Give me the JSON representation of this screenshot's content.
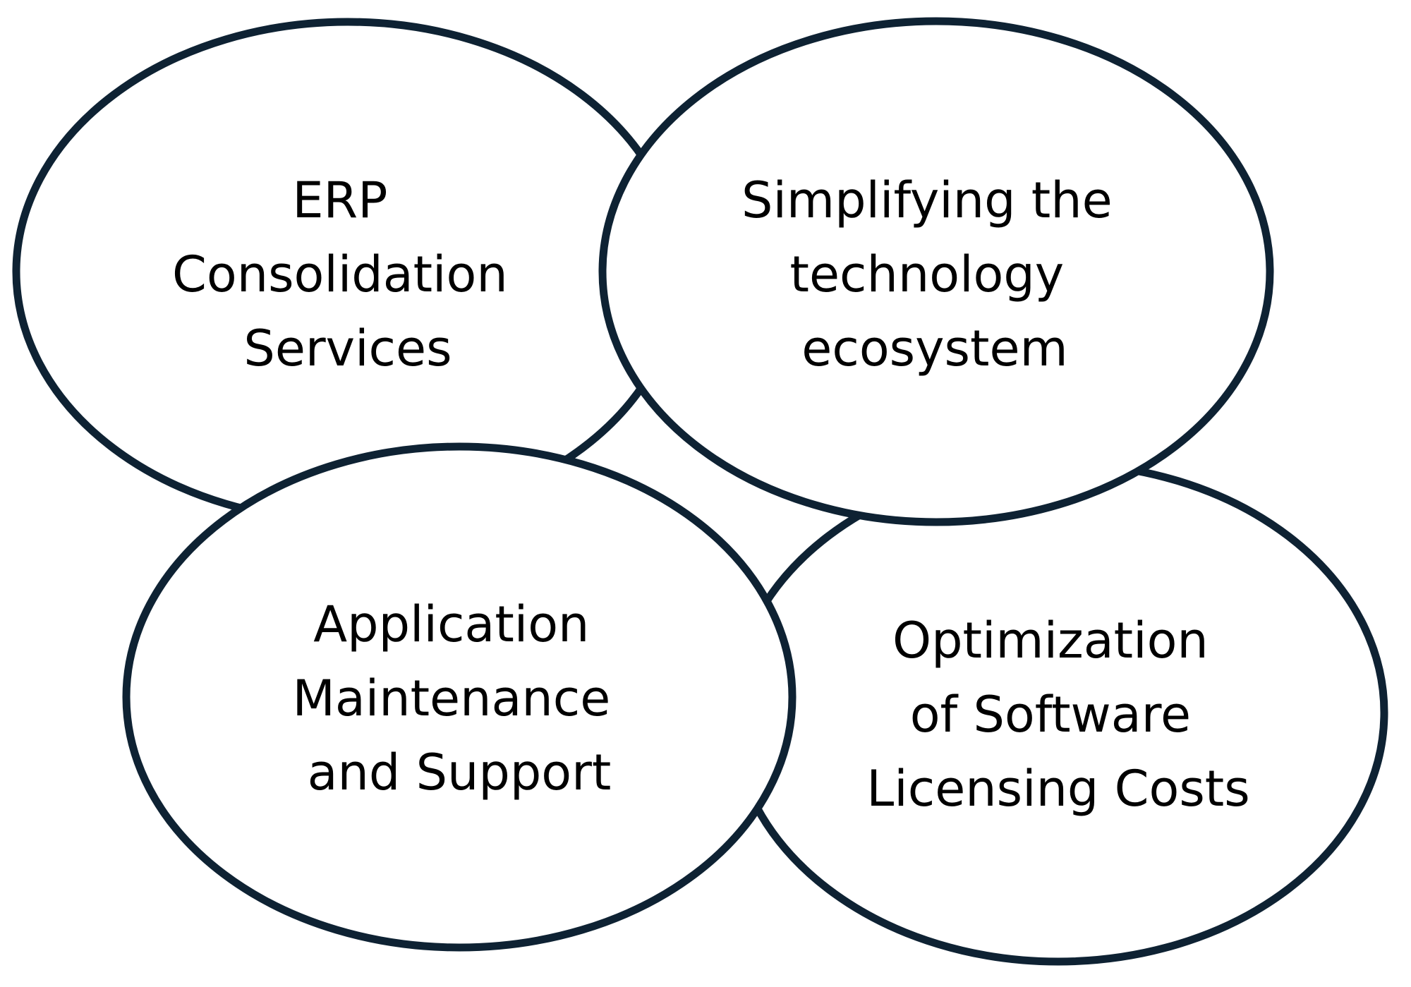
{
  "diagram": {
    "stroke_color": "#0e2233",
    "fill_color": "#ffffff",
    "text_color": "#000000",
    "bubbles": [
      {
        "id": "erp",
        "lines": [
          "ERP",
          "Consolidation",
          "Services"
        ]
      },
      {
        "id": "simplify",
        "lines": [
          "Simplifying the",
          "technology",
          "ecosystem"
        ]
      },
      {
        "id": "optimization",
        "lines": [
          "Optimization",
          "of Software",
          "Licensing Costs"
        ]
      },
      {
        "id": "application",
        "lines": [
          "Application",
          "Maintenance",
          "and Support"
        ]
      }
    ]
  }
}
